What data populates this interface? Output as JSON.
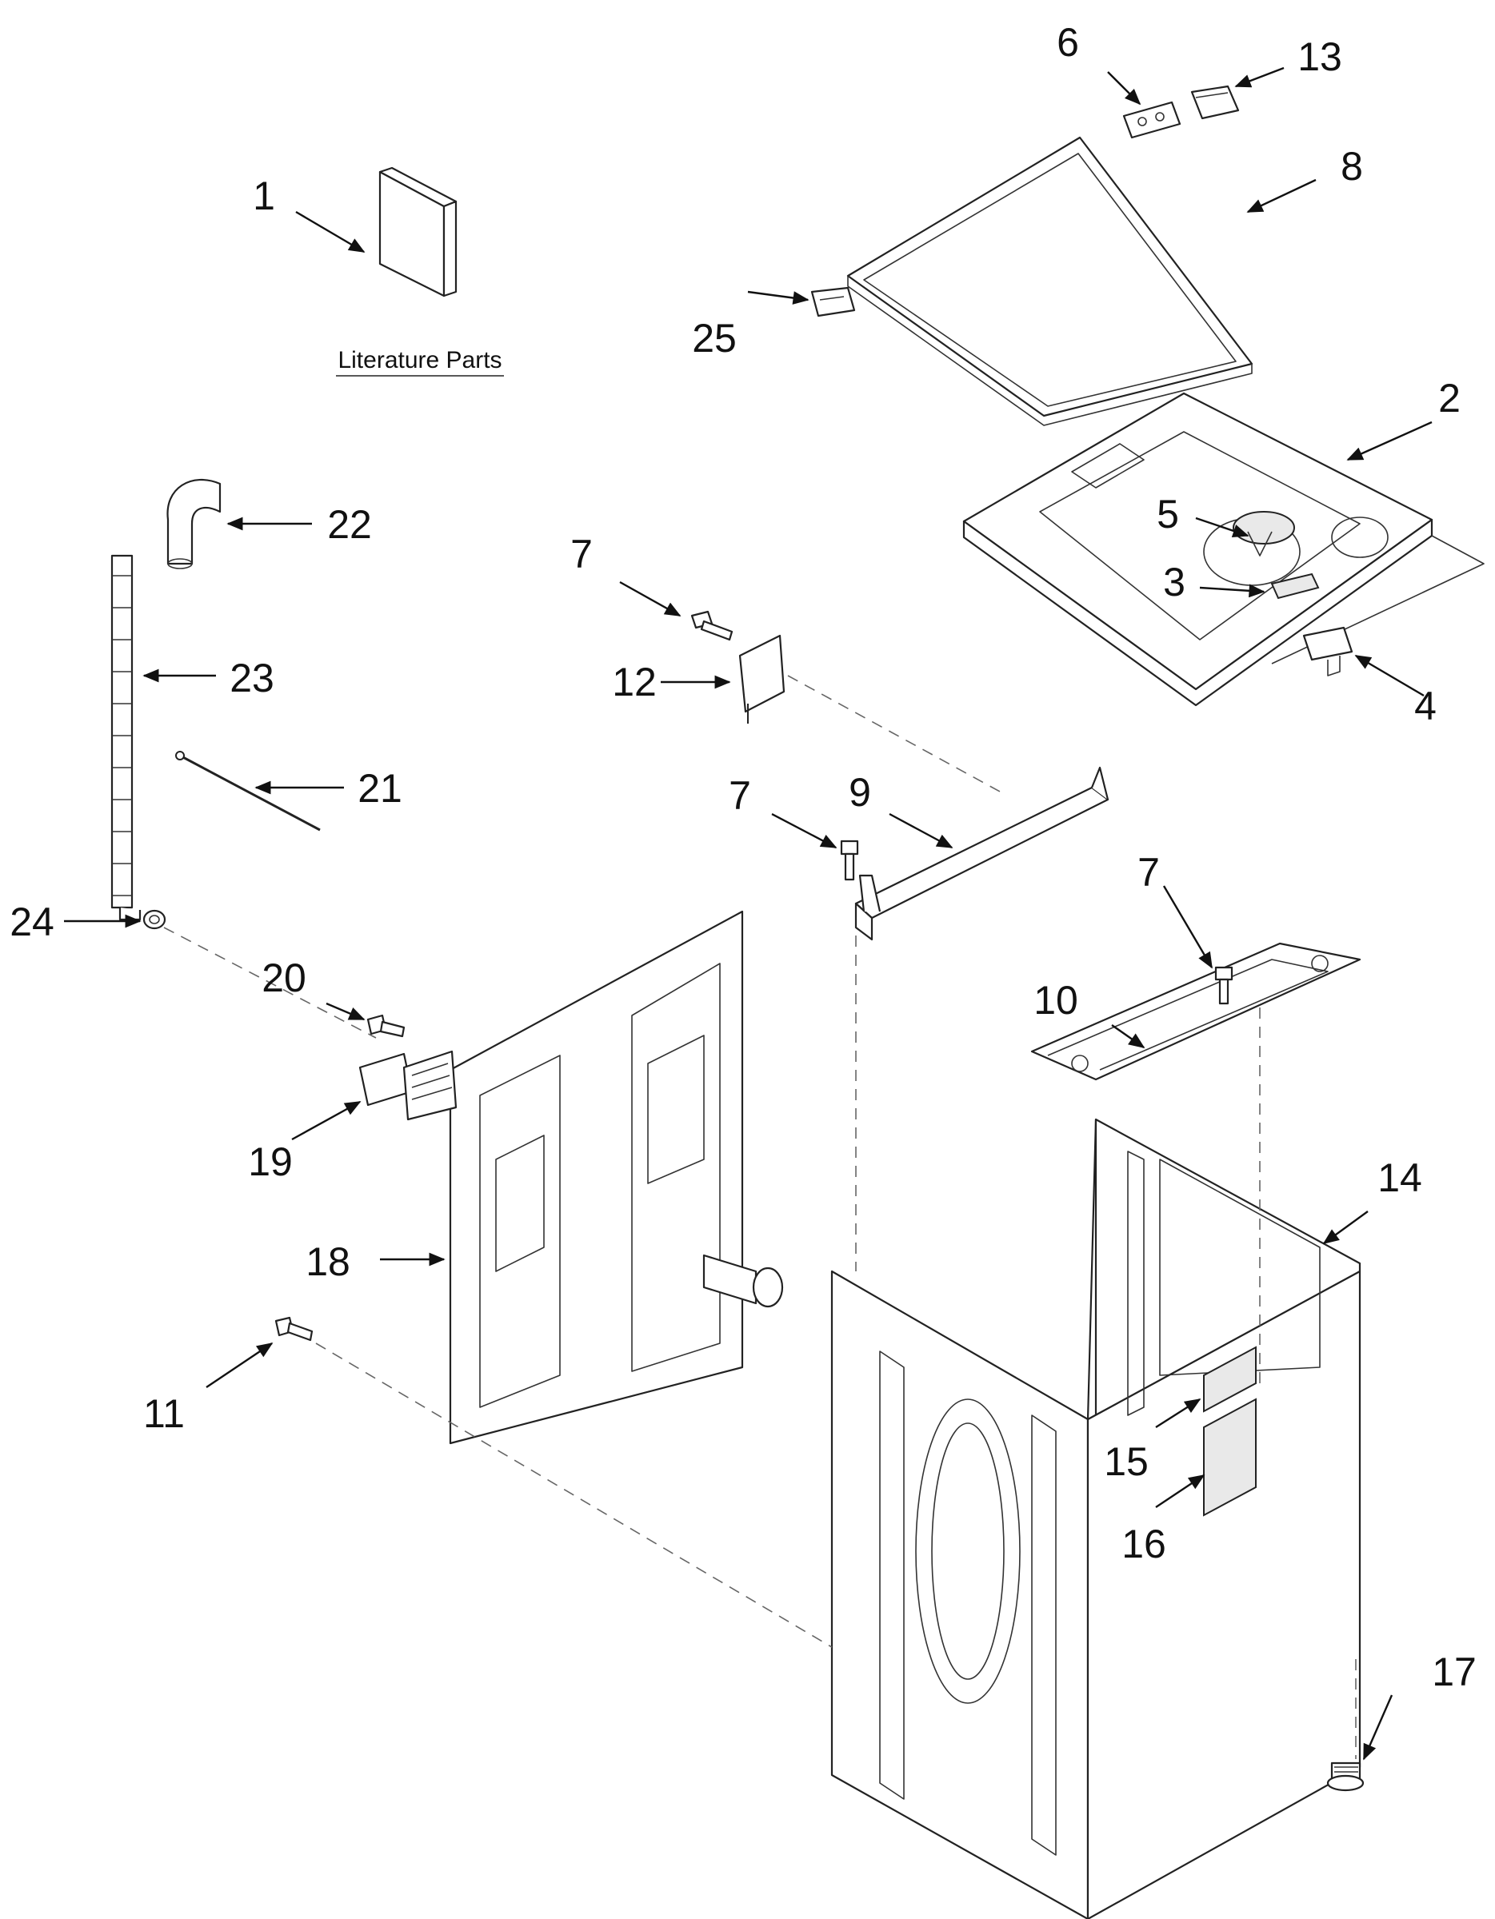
{
  "diagram": {
    "literature_caption": "Literature Parts",
    "callouts": [
      {
        "id": "c1",
        "label": "1"
      },
      {
        "id": "c2",
        "label": "2"
      },
      {
        "id": "c3",
        "label": "3"
      },
      {
        "id": "c4",
        "label": "4"
      },
      {
        "id": "c5",
        "label": "5"
      },
      {
        "id": "c6",
        "label": "6"
      },
      {
        "id": "c7a",
        "label": "7"
      },
      {
        "id": "c7b",
        "label": "7"
      },
      {
        "id": "c7c",
        "label": "7"
      },
      {
        "id": "c8",
        "label": "8"
      },
      {
        "id": "c9",
        "label": "9"
      },
      {
        "id": "c10",
        "label": "10"
      },
      {
        "id": "c11",
        "label": "11"
      },
      {
        "id": "c12",
        "label": "12"
      },
      {
        "id": "c13",
        "label": "13"
      },
      {
        "id": "c14",
        "label": "14"
      },
      {
        "id": "c15",
        "label": "15"
      },
      {
        "id": "c16",
        "label": "16"
      },
      {
        "id": "c17",
        "label": "17"
      },
      {
        "id": "c18",
        "label": "18"
      },
      {
        "id": "c19",
        "label": "19"
      },
      {
        "id": "c20",
        "label": "20"
      },
      {
        "id": "c21",
        "label": "21"
      },
      {
        "id": "c22",
        "label": "22"
      },
      {
        "id": "c23",
        "label": "23"
      },
      {
        "id": "c24",
        "label": "24"
      },
      {
        "id": "c25",
        "label": "25"
      }
    ]
  }
}
